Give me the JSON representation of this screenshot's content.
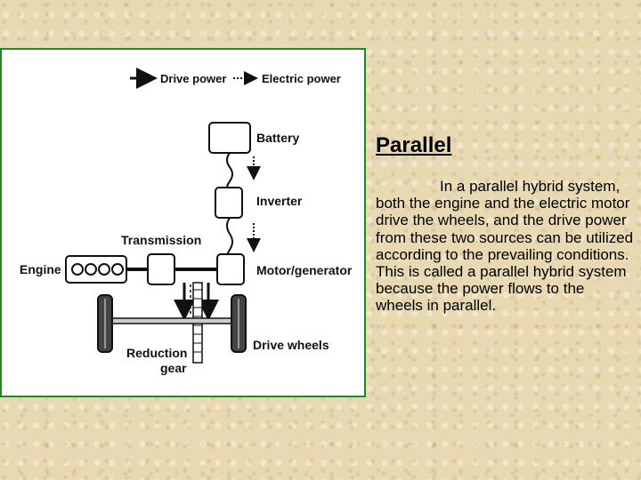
{
  "diagram": {
    "legend": {
      "drive_power": "Drive power",
      "electric_power": "Electric power"
    },
    "labels": {
      "battery": "Battery",
      "inverter": "Inverter",
      "transmission": "Transmission",
      "engine": "Engine",
      "motor_generator": "Motor/generator",
      "reduction_line1": "Reduction",
      "reduction_line2": "gear",
      "drive_wheels": "Drive wheels"
    },
    "frame_color": "#1f8a1f"
  },
  "text": {
    "heading": "Parallel",
    "body": "In a parallel hybrid system, both the engine and the electric motor drive the wheels, and the drive power from these two sources can be utilized according to the prevailing conditions. This is called a parallel hybrid system because the power flows to the wheels in parallel."
  }
}
